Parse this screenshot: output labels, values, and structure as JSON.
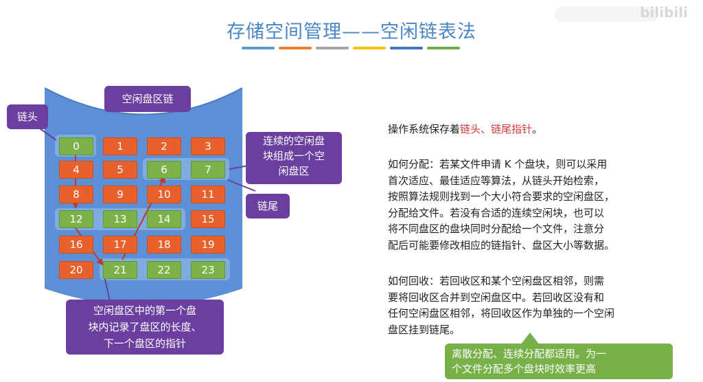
{
  "title": "存储空间管理——空闲链表法",
  "watermark": "bilibili",
  "title_bar_colors": [
    "#5b9bd5",
    "#ed7d31",
    "#a5a5a5",
    "#ffc000",
    "#4472c4",
    "#70ad47"
  ],
  "colors": {
    "free_block": "#7cb249",
    "used_block": "#e8612c",
    "callout": "#6b3fa0",
    "disk": "#5b8fd6",
    "arrow": "#c0392b"
  },
  "callouts": {
    "chain": "空闲盘区链",
    "head": "链头",
    "tail": "链尾",
    "continuous": [
      "连续的空闲盘",
      "块组成一个空",
      "闲盘区"
    ],
    "first_block": [
      "空闲盘区中的第一个盘",
      "块内记录了盘区的长度、",
      "下一个盘区的指针"
    ]
  },
  "blocks": [
    {
      "n": "0",
      "free": true
    },
    {
      "n": "1",
      "free": false
    },
    {
      "n": "2",
      "free": false
    },
    {
      "n": "3",
      "free": false
    },
    {
      "n": "4",
      "free": false
    },
    {
      "n": "5",
      "free": false
    },
    {
      "n": "6",
      "free": true
    },
    {
      "n": "7",
      "free": true
    },
    {
      "n": "8",
      "free": false
    },
    {
      "n": "9",
      "free": false
    },
    {
      "n": "10",
      "free": false
    },
    {
      "n": "11",
      "free": false
    },
    {
      "n": "12",
      "free": true
    },
    {
      "n": "13",
      "free": true
    },
    {
      "n": "14",
      "free": true
    },
    {
      "n": "15",
      "free": false
    },
    {
      "n": "16",
      "free": false
    },
    {
      "n": "17",
      "free": false
    },
    {
      "n": "18",
      "free": false
    },
    {
      "n": "19",
      "free": false
    },
    {
      "n": "20",
      "free": false
    },
    {
      "n": "21",
      "free": true
    },
    {
      "n": "22",
      "free": true
    },
    {
      "n": "23",
      "free": true
    }
  ],
  "notes": {
    "p1_pre": "操作系统保存着",
    "p1_red": "链头、链尾指针",
    "p1_post": "。",
    "p2": [
      "如何分配：若某文件申请 K 个盘块，则可以采用",
      "首次适应、最佳适应等算法，从链头开始检索，",
      "按照算法规则找到一个大小符合要求的空闲盘区，",
      "分配给文件。若没有合适的连续空闲块，也可以",
      "将不同盘区的盘块同时分配给一个文件，注意分",
      "配后可能要修改相应的链指针、盘区大小等数据。"
    ],
    "p3": [
      "如何回收：若回收区和某个空闲盘区相邻，则需",
      "要将回收区合并到空闲盘区中。若回收区没有和",
      "任何空闲盘区相邻，将回收区作为单独的一个空闲",
      "盘区挂到链尾。"
    ]
  },
  "green_note": [
    "离散分配、连续分配都适用。为一",
    "个文件分配多个盘块时效率更高"
  ]
}
